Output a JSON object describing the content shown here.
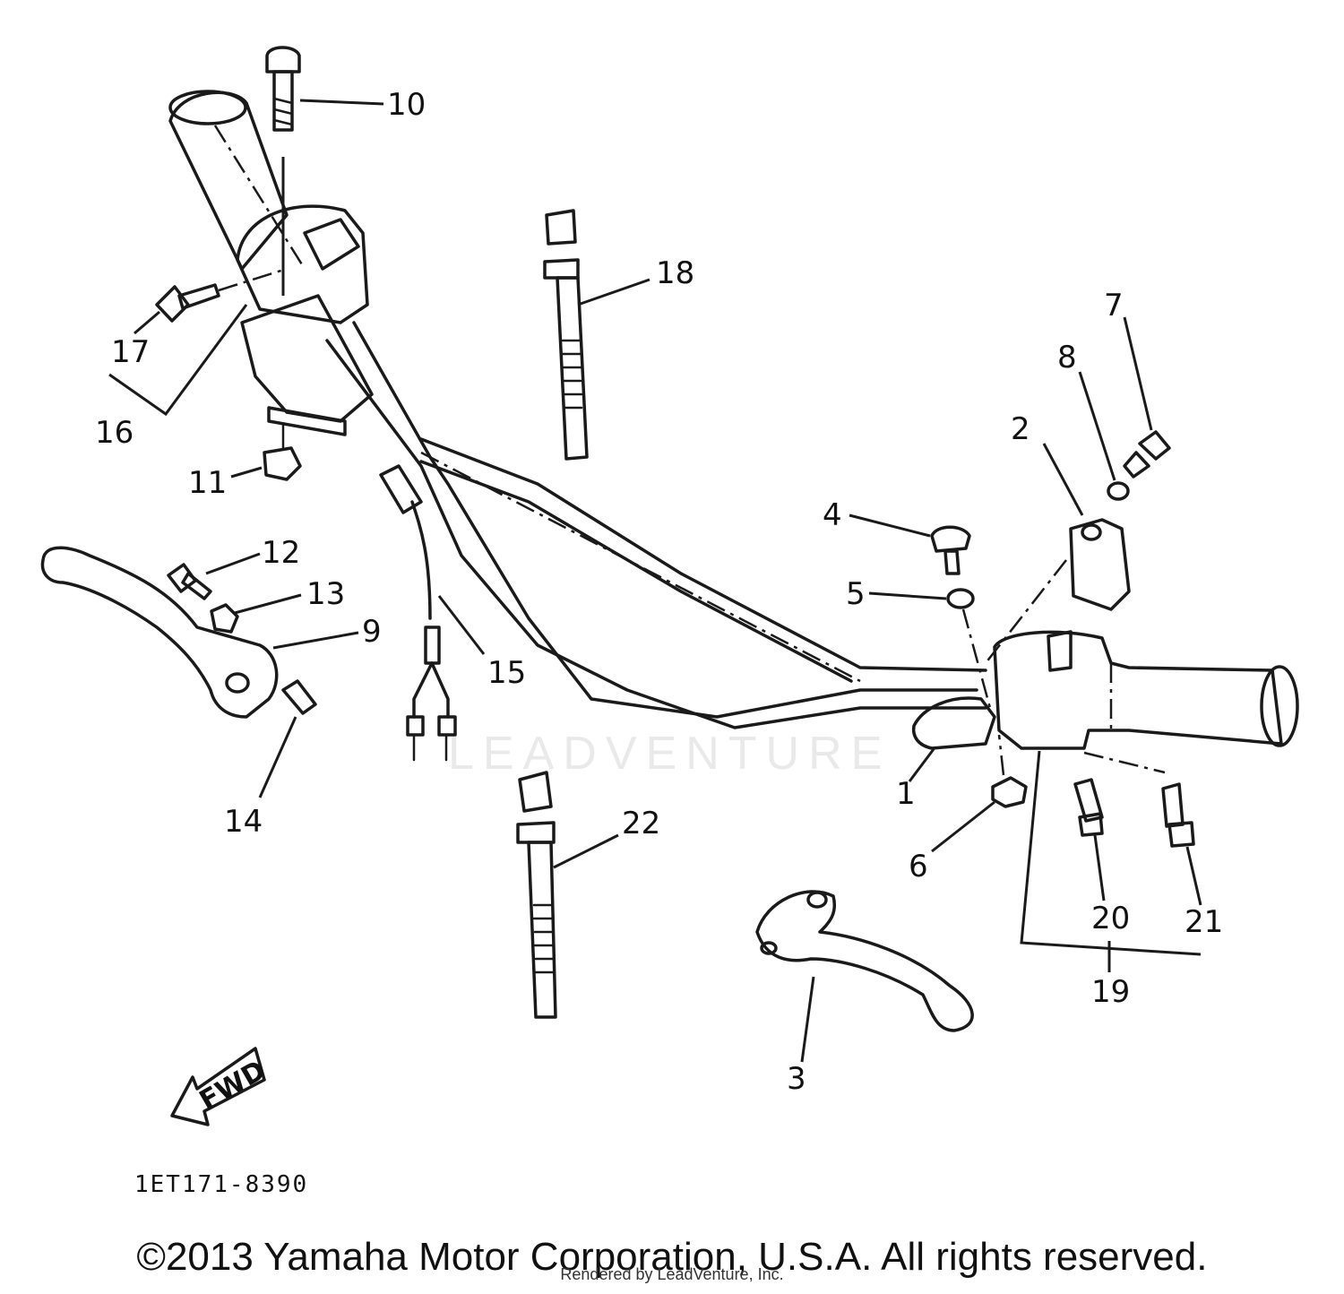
{
  "callouts": [
    "1",
    "2",
    "3",
    "4",
    "5",
    "6",
    "7",
    "8",
    "9",
    "10",
    "11",
    "12",
    "13",
    "14",
    "15",
    "16",
    "17",
    "18",
    "19",
    "20",
    "21",
    "22"
  ],
  "fwd_label": "FWD",
  "part_code": "1ET171-8390",
  "watermark": "LEADVENTURE",
  "copyright": "©2013 Yamaha Motor Corporation, U.S.A. All rights reserved.",
  "rendered_by": "Rendered by LeadVenture, Inc."
}
